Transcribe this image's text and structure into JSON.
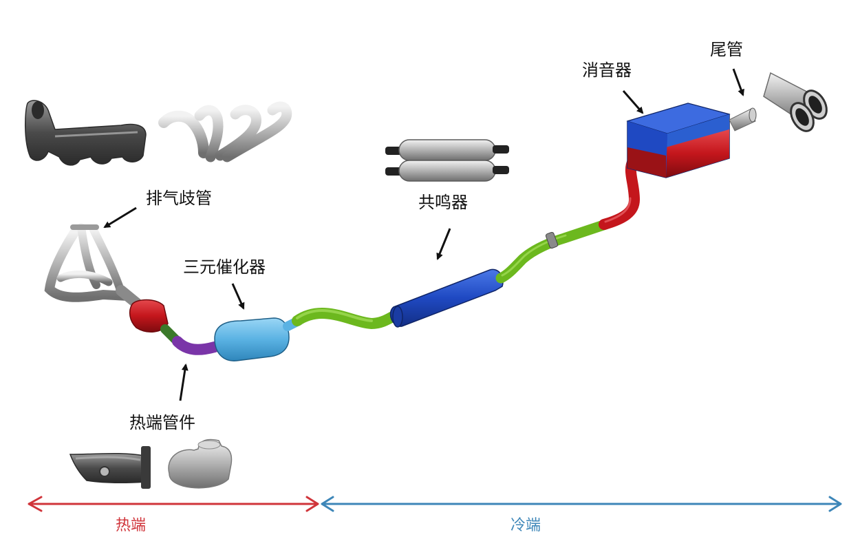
{
  "labels": {
    "exhaust_manifold": "排气歧管",
    "three_way_catalyst": "三元催化器",
    "hot_end_pipe": "热端管件",
    "resonator": "共鸣器",
    "muffler": "消音器",
    "tail_pipe": "尾管"
  },
  "zones": {
    "hot": "热端",
    "cold": "冷端"
  },
  "colors": {
    "hot_arrow": "#d0343a",
    "cold_arrow": "#3d86b8",
    "red_part": "#c4161c",
    "purple_part": "#7a35a8",
    "light_blue_part": "#5ab2e3",
    "green_pipe": "#6cb81e",
    "dark_blue_part": "#1f49c2",
    "muffler_blue": "#2b5fd0"
  }
}
